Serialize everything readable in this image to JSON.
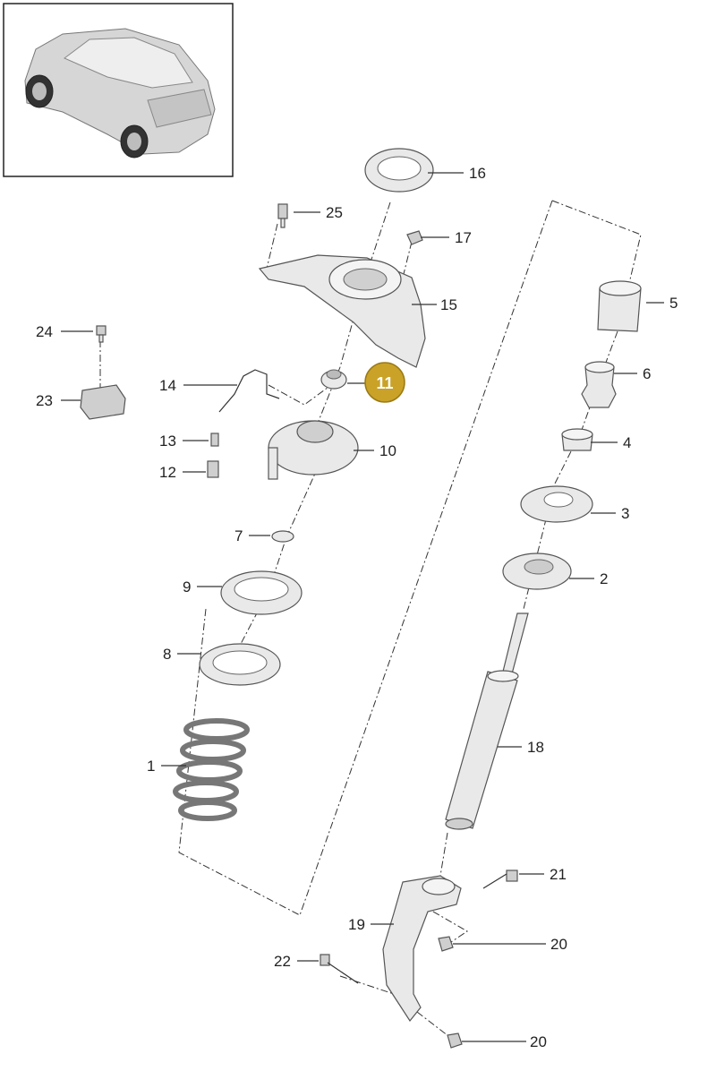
{
  "diagram": {
    "highlighted_part": "11",
    "callouts": [
      {
        "id": "c1",
        "label": "1"
      },
      {
        "id": "c2",
        "label": "2"
      },
      {
        "id": "c3",
        "label": "3"
      },
      {
        "id": "c4",
        "label": "4"
      },
      {
        "id": "c5",
        "label": "5"
      },
      {
        "id": "c6",
        "label": "6"
      },
      {
        "id": "c7",
        "label": "7"
      },
      {
        "id": "c8",
        "label": "8"
      },
      {
        "id": "c9",
        "label": "9"
      },
      {
        "id": "c10",
        "label": "10"
      },
      {
        "id": "c12",
        "label": "12"
      },
      {
        "id": "c13",
        "label": "13"
      },
      {
        "id": "c14",
        "label": "14"
      },
      {
        "id": "c15",
        "label": "15"
      },
      {
        "id": "c16",
        "label": "16"
      },
      {
        "id": "c17",
        "label": "17"
      },
      {
        "id": "c18",
        "label": "18"
      },
      {
        "id": "c19",
        "label": "19"
      },
      {
        "id": "c20a",
        "label": "20"
      },
      {
        "id": "c20b",
        "label": "20"
      },
      {
        "id": "c21",
        "label": "21"
      },
      {
        "id": "c22",
        "label": "22"
      },
      {
        "id": "c23",
        "label": "23"
      },
      {
        "id": "c24",
        "label": "24"
      },
      {
        "id": "c25",
        "label": "25"
      }
    ],
    "colors": {
      "badge": "#c9a227",
      "badge_border": "#9a7a14",
      "line": "#333333",
      "part_fill": "#e9e9e9",
      "frame": "#222222"
    }
  }
}
